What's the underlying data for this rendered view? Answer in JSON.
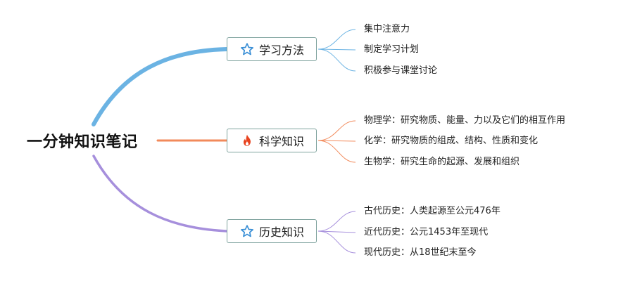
{
  "root": {
    "title": "一分钟知识笔记"
  },
  "branches": [
    {
      "label": "学习方法",
      "icon": "star-icon",
      "color": "#6bb3e3",
      "leaves": [
        "集中注意力",
        "制定学习计划",
        "积极参与课堂讨论"
      ]
    },
    {
      "label": "科学知识",
      "icon": "fire-icon",
      "color": "#f28a5b",
      "leaves": [
        "物理学：研究物质、能量、力以及它们的相互作用",
        "化学：研究物质的组成、结构、性质和变化",
        "生物学：研究生命的起源、发展和组织"
      ]
    },
    {
      "label": "历史知识",
      "icon": "star-icon",
      "color": "#a68fdc",
      "leaves": [
        "古代历史：人类起源至公元476年",
        "近代历史：公元1453年至现代",
        "现代历史：从18世纪末至今"
      ]
    }
  ],
  "colors": {
    "box_border": "#7fa39e",
    "star_icon": "#3a8fd6",
    "fire_icon": "#e8431e"
  }
}
